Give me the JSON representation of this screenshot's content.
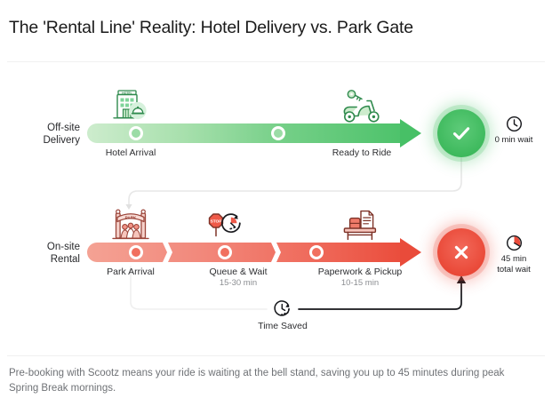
{
  "title": "The 'Rental Line' Reality: Hotel Delivery vs. Park Gate",
  "colors": {
    "green_light": "#cdeccd",
    "green_dark": "#4cc26a",
    "red_light": "#f4a294",
    "red_dark": "#ea4c3b",
    "text": "#1b1b1b",
    "muted": "#8b8d91",
    "footer": "#6f7276",
    "connector": "#e6e6e6",
    "arrow_dark": "#15161a"
  },
  "rows": [
    {
      "label_line1": "Off-site",
      "label_line2": "Delivery",
      "type": "green",
      "stages": [
        {
          "icon": "hotel-bell-icon",
          "label": "Hotel Arrival",
          "sub": ""
        },
        {
          "icon": "scooter-key-icon",
          "label": "Ready to Ride",
          "sub": ""
        }
      ],
      "result": {
        "icon": "check-icon",
        "state": "success"
      },
      "badge": {
        "icon": "clock-icon",
        "line1": "0 min wait",
        "line2": ""
      }
    },
    {
      "label_line1": "On-site",
      "label_line2": "Rental",
      "type": "red",
      "stages": [
        {
          "icon": "park-gate-icon",
          "label": "Park Arrival",
          "sub": ""
        },
        {
          "icon": "stop-timer-icon",
          "label": "Queue & Wait",
          "sub": "15-30 min"
        },
        {
          "icon": "paperwork-desk-icon",
          "label": "Paperwork & Pickup",
          "sub": "10-15 min"
        }
      ],
      "result": {
        "icon": "cross-icon",
        "state": "failure"
      },
      "badge": {
        "icon": "pie-clock-icon",
        "line1": "45 min",
        "line2": "total wait"
      }
    }
  ],
  "time_saved": {
    "icon": "time-saved-clock-icon",
    "label": "Time Saved"
  },
  "footer": "Pre-booking with Scootz means your ride is waiting at the bell stand, saving you up to 45 minutes during peak Spring Break mornings."
}
